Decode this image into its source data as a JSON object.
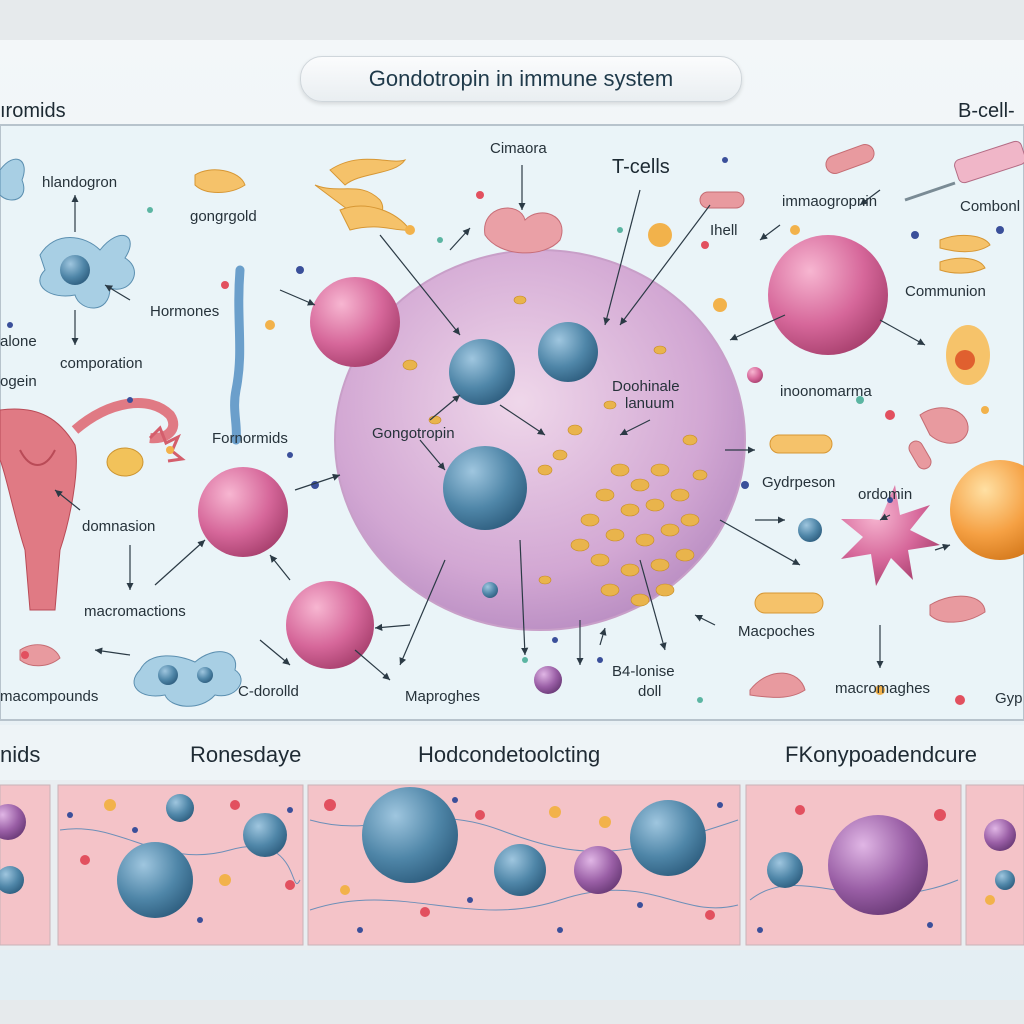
{
  "title": "Gondotropin in immune system",
  "labels": {
    "top_left": "ıromids",
    "top_right": "B-cell-",
    "hlandogron": "hlandogron",
    "gongrgold": "gongrgold",
    "hormones": "Hormones",
    "alone": "alone",
    "ogein": "ogein",
    "comporation": "comporation",
    "fornormids": "Fornormids",
    "domnasion": "domnasion",
    "macromactions": "macromactions",
    "macompounds": "macompounds",
    "c_dorolld": "C-dorolld",
    "maproghes": "Maproghes",
    "cimaora": "Cimaora",
    "t_cells": "T-cells",
    "ihell": "Ihell",
    "gongotropin": "Gongotropin",
    "doohinale": "Doohinale",
    "lanuum": "lanuum",
    "immaogropnin": "immaogropnin",
    "combonent": "Combonl",
    "communion": "Communion",
    "inoonomarma": "inoonomarma",
    "gydrpeson": "Gydrpeson",
    "ordomin": "ordomin",
    "macpoches": "Macpoches",
    "b4_lonise": "B4-lonise",
    "doll": "doll",
    "macromaghes": "macromaghes",
    "gyp": "Gyp"
  },
  "panels": {
    "left": "nids",
    "ronesdaye": "Ronesdaye",
    "hodcon": "Hodcondetoolcting",
    "fkony": "FKonypoadendcure"
  },
  "colors": {
    "blue_cell": "#4f86a8",
    "pink_cell": "#d6679a",
    "purple_cell": "#9a5fa6",
    "orange_cell": "#f5a043",
    "panel_bg": "#f4c3c8",
    "main_cell": "#dcb5dc"
  }
}
